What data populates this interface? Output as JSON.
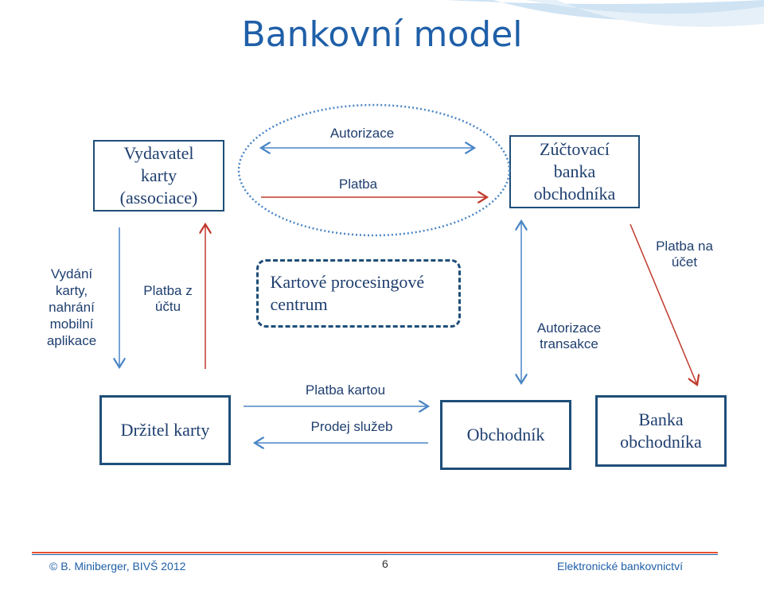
{
  "title": "Bankovní model",
  "boxes": {
    "issuer": "Vydavatel karty (associace)",
    "acquirer": "Zúčtovací banka obchodníka",
    "processing": "Kartové procesingové centrum",
    "cardholder": "Držitel karty",
    "merchant": "Obchodník",
    "merchant_bank": "Banka obchodníka"
  },
  "labels": {
    "authorization_top": "Autorizace",
    "payment_top": "Platba",
    "issue_card": "Vydání karty, nahrání mobilní aplikace",
    "pay_from_account": "Platba z účtu",
    "transaction_auth": "Autorizace transakce",
    "payment_to_account": "Platba na účet",
    "card_payment": "Platba kartou",
    "sale_of_services": "Prodej služeb"
  },
  "footer": {
    "author": "© B. Miniberger, BIVŠ  2012",
    "page_number": "6",
    "course": "Elektronické bankovnictví"
  },
  "colors": {
    "blue_arrow": "#4a86c5",
    "red_arrow": "#c0392b",
    "box_border": "#1f4e79",
    "title": "#1f5fa8"
  }
}
